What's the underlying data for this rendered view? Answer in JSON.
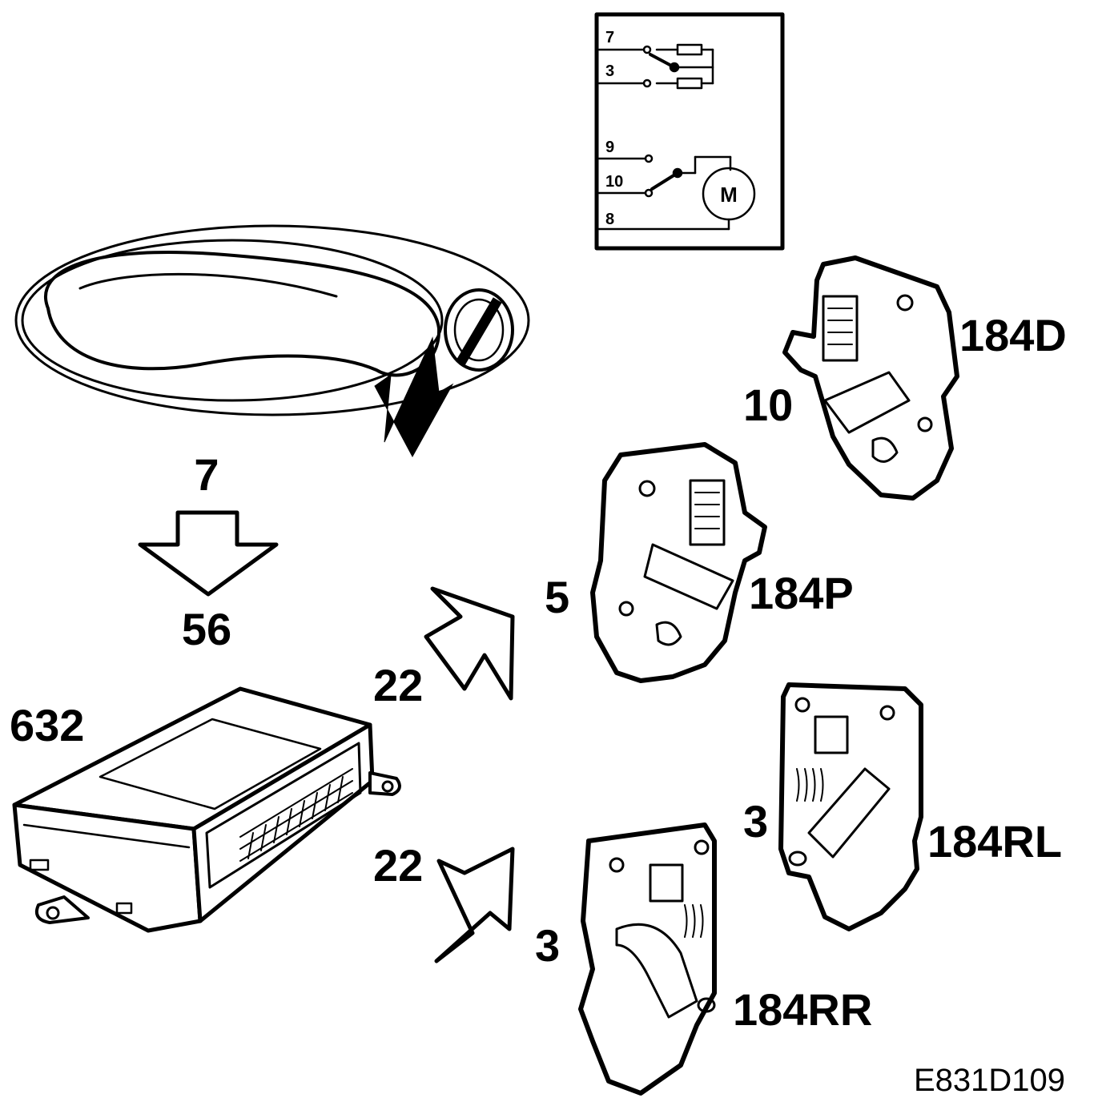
{
  "diagram": {
    "schematic": {
      "pins": [
        "7",
        "3",
        "9",
        "10",
        "8"
      ],
      "motor_symbol": "M"
    },
    "labels": {
      "handle_arrow_top": "7",
      "handle_arrow_bottom": "56",
      "control_module": "632",
      "harness_upper": "22",
      "harness_lower": "22",
      "lock_driver": "184D",
      "lock_driver_pin": "10",
      "lock_passenger": "184P",
      "lock_passenger_pin": "5",
      "lock_rear_left": "184RL",
      "lock_rear_left_pin": "3",
      "lock_rear_right": "184RR",
      "lock_rear_right_pin": "3"
    },
    "figure_code": "E831D109"
  }
}
